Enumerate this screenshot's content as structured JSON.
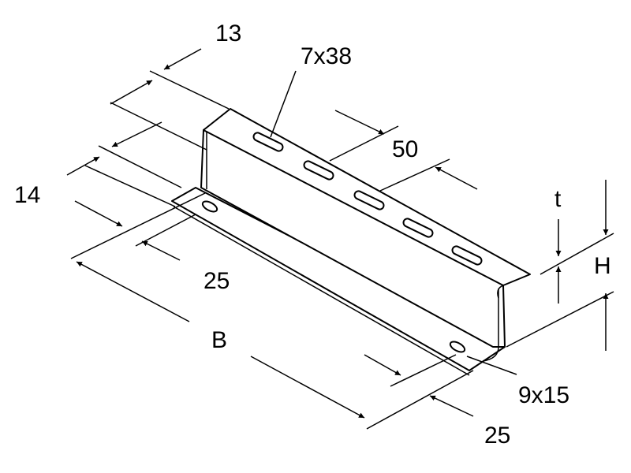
{
  "labels": {
    "slot_width_13": "13",
    "slot_size": "7x38",
    "pitch_50": "50",
    "flange_14": "14",
    "edge_25_left": "25",
    "width_B": "B",
    "thickness_t": "t",
    "height_H": "H",
    "hole_size": "9x15",
    "edge_25_right": "25"
  },
  "colors": {
    "line": "#000000",
    "fill": "#ffffff"
  }
}
